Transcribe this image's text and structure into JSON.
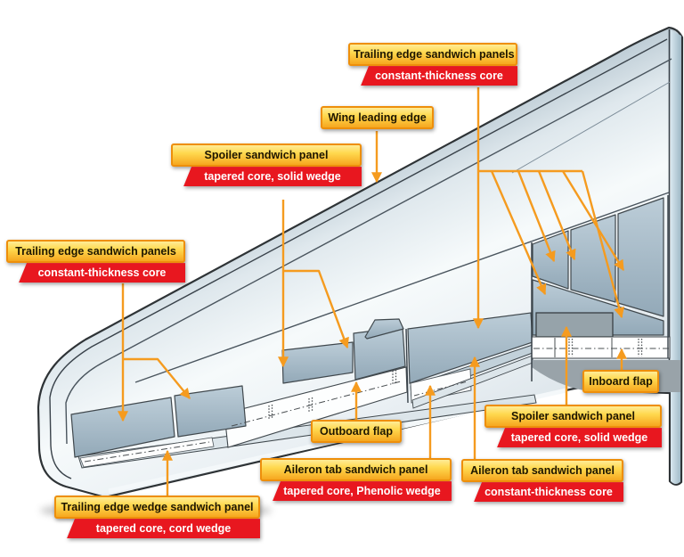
{
  "figure_type": "aircraft wing sandwich-panel location diagram",
  "colors": {
    "background": "#ffffff",
    "label_yellow_top": "#ffd84e",
    "label_yellow_bottom": "#f6a71f",
    "label_border": "#ee8f0b",
    "label_red": "#e8171f",
    "label_text_dark": "#1d1600",
    "label_text_light": "#ffffff",
    "arrow_orange": "#f59b1f",
    "wing_dark_steel": "#7f96a7",
    "wing_light": "#f6fafb",
    "panel_blue_gray": "#a9bcc9",
    "outline_dark": "#2e3336"
  },
  "callouts": [
    {
      "title": "Trailing edge sandwich panels",
      "subtitle": "constant-thickness core"
    },
    {
      "title": "Wing leading edge"
    },
    {
      "title": "Spoiler sandwich panel",
      "subtitle": "tapered core, solid wedge"
    },
    {
      "title": "Trailing edge sandwich panels",
      "subtitle": "constant-thickness core"
    },
    {
      "title": "Outboard flap"
    },
    {
      "title": "Aileron tab sandwich panel",
      "subtitle": "tapered core, Phenolic wedge"
    },
    {
      "title": "Aileron tab sandwich panel",
      "subtitle": "constant-thickness core"
    },
    {
      "title": "Spoiler sandwich panel",
      "subtitle": "tapered core, solid wedge"
    },
    {
      "title": "Inboard flap"
    },
    {
      "title": "Trailing edge wedge sandwich panel",
      "subtitle": "tapered core, cord wedge"
    }
  ]
}
